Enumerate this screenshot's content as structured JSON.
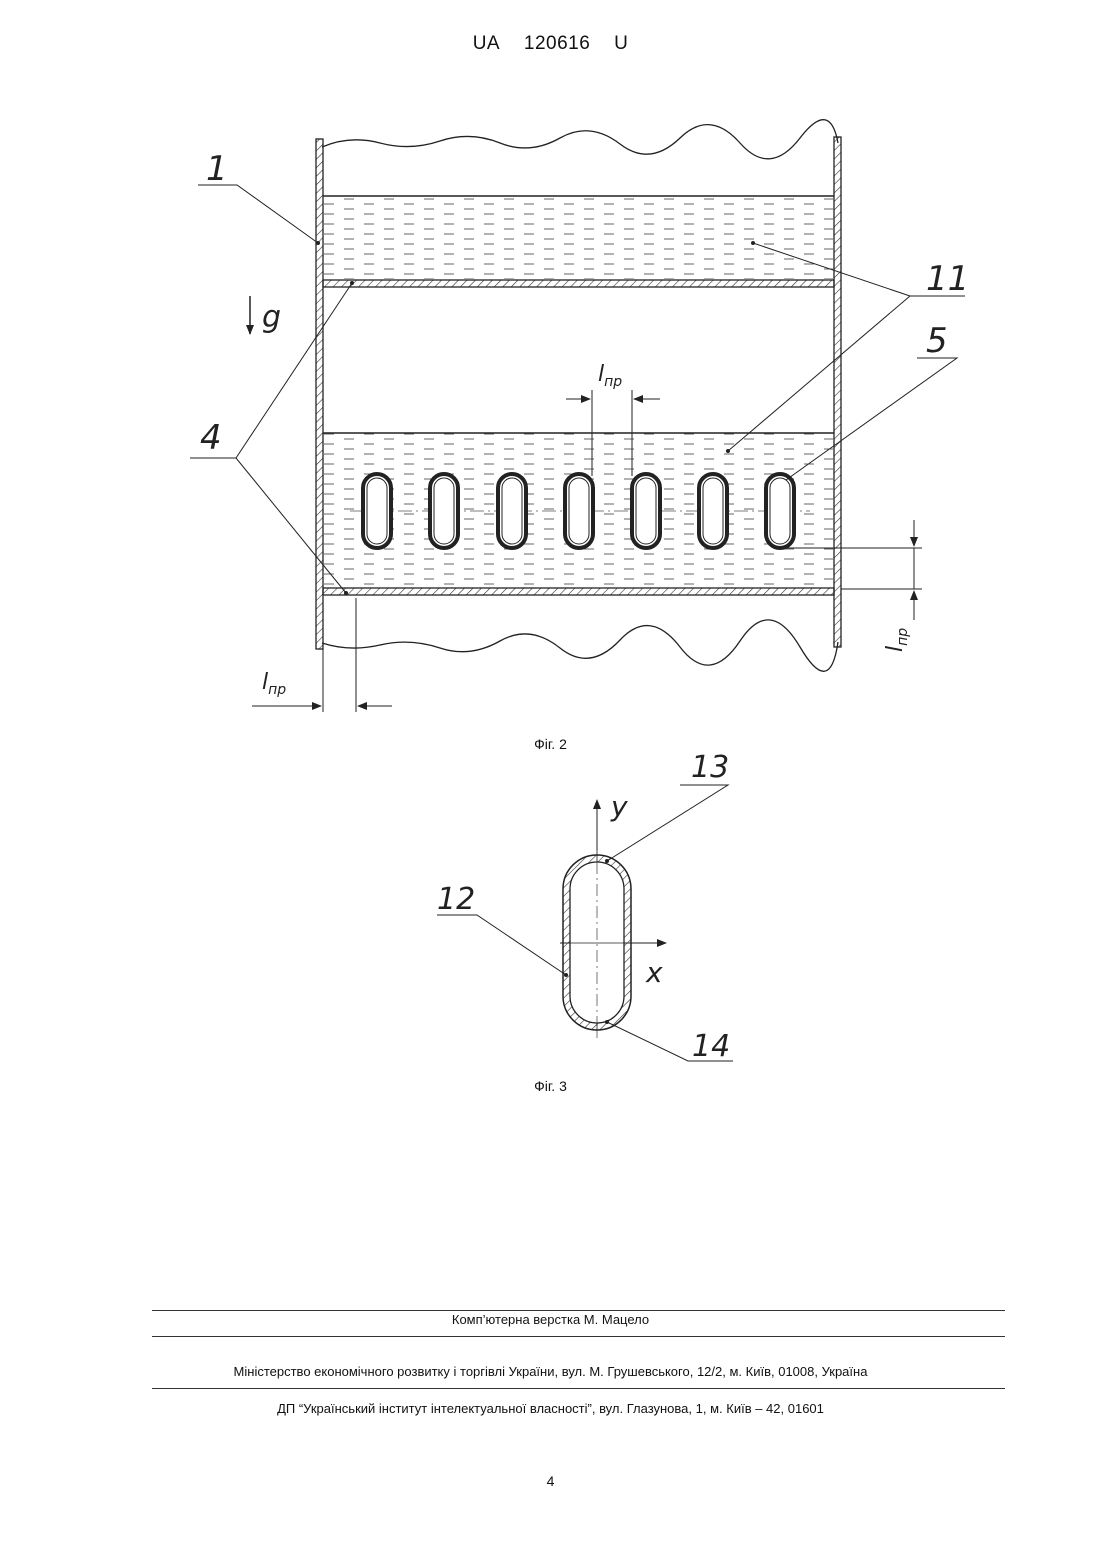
{
  "header": {
    "country": "UA",
    "number": "120616",
    "kind": "U"
  },
  "figure2": {
    "caption": "Фіг. 2",
    "labels": {
      "wall": "1",
      "partition": "4",
      "stream": "11",
      "tube": "5",
      "gravity": "g",
      "pitch": "l",
      "pitch_sub": "пр"
    }
  },
  "figure3": {
    "caption": "Фіг. 3",
    "labels": {
      "outer": "13",
      "side": "12",
      "bottom": "14",
      "axis_x": "x",
      "axis_y": "y"
    }
  },
  "footer": {
    "layout": "Комп’ютерна верстка М. Мацело",
    "ministry": "Міністерство економічного розвитку і торгівлі України, вул. М. Грушевського, 12/2, м. Київ, 01008, Україна",
    "institute": "ДП “Український інститут інтелектуальної власності”, вул. Глазунова, 1, м. Київ – 42, 01601"
  },
  "page_number": "4"
}
